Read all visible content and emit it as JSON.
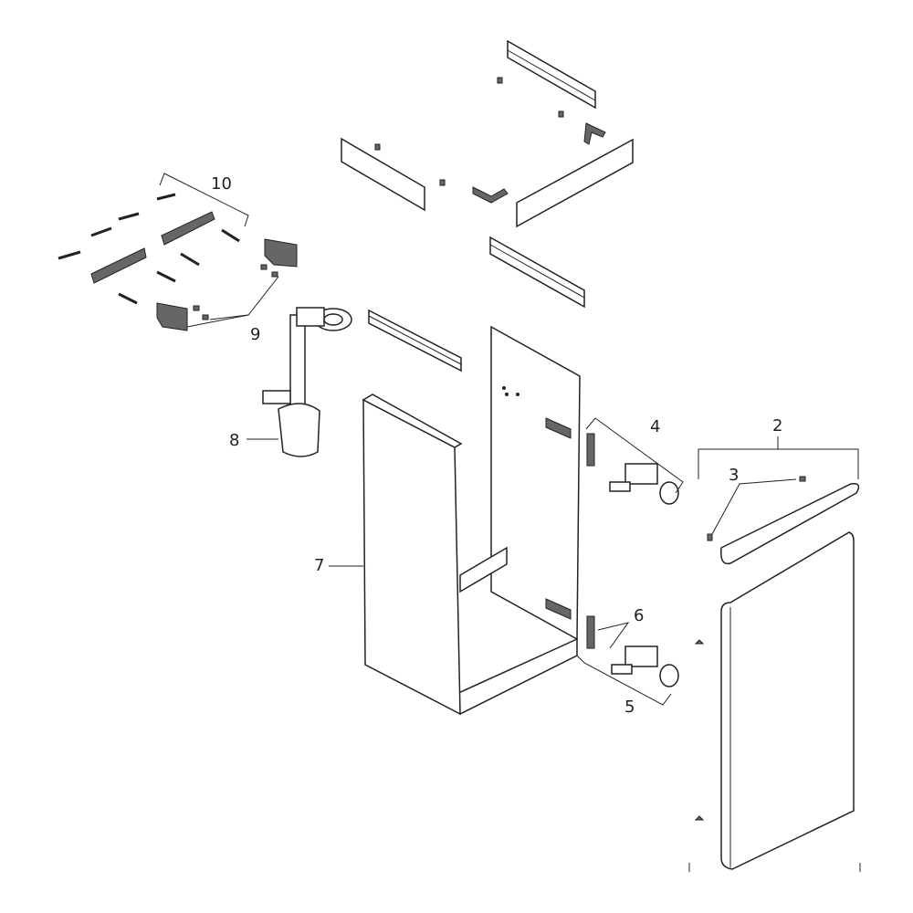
{
  "diagram": {
    "type": "exploded-parts-view",
    "labels": {
      "part_2": "2",
      "part_3": "3",
      "part_4": "4",
      "part_5": "5",
      "part_6": "6",
      "part_7": "7",
      "part_8": "8",
      "part_9": "9",
      "part_10": "10"
    }
  }
}
